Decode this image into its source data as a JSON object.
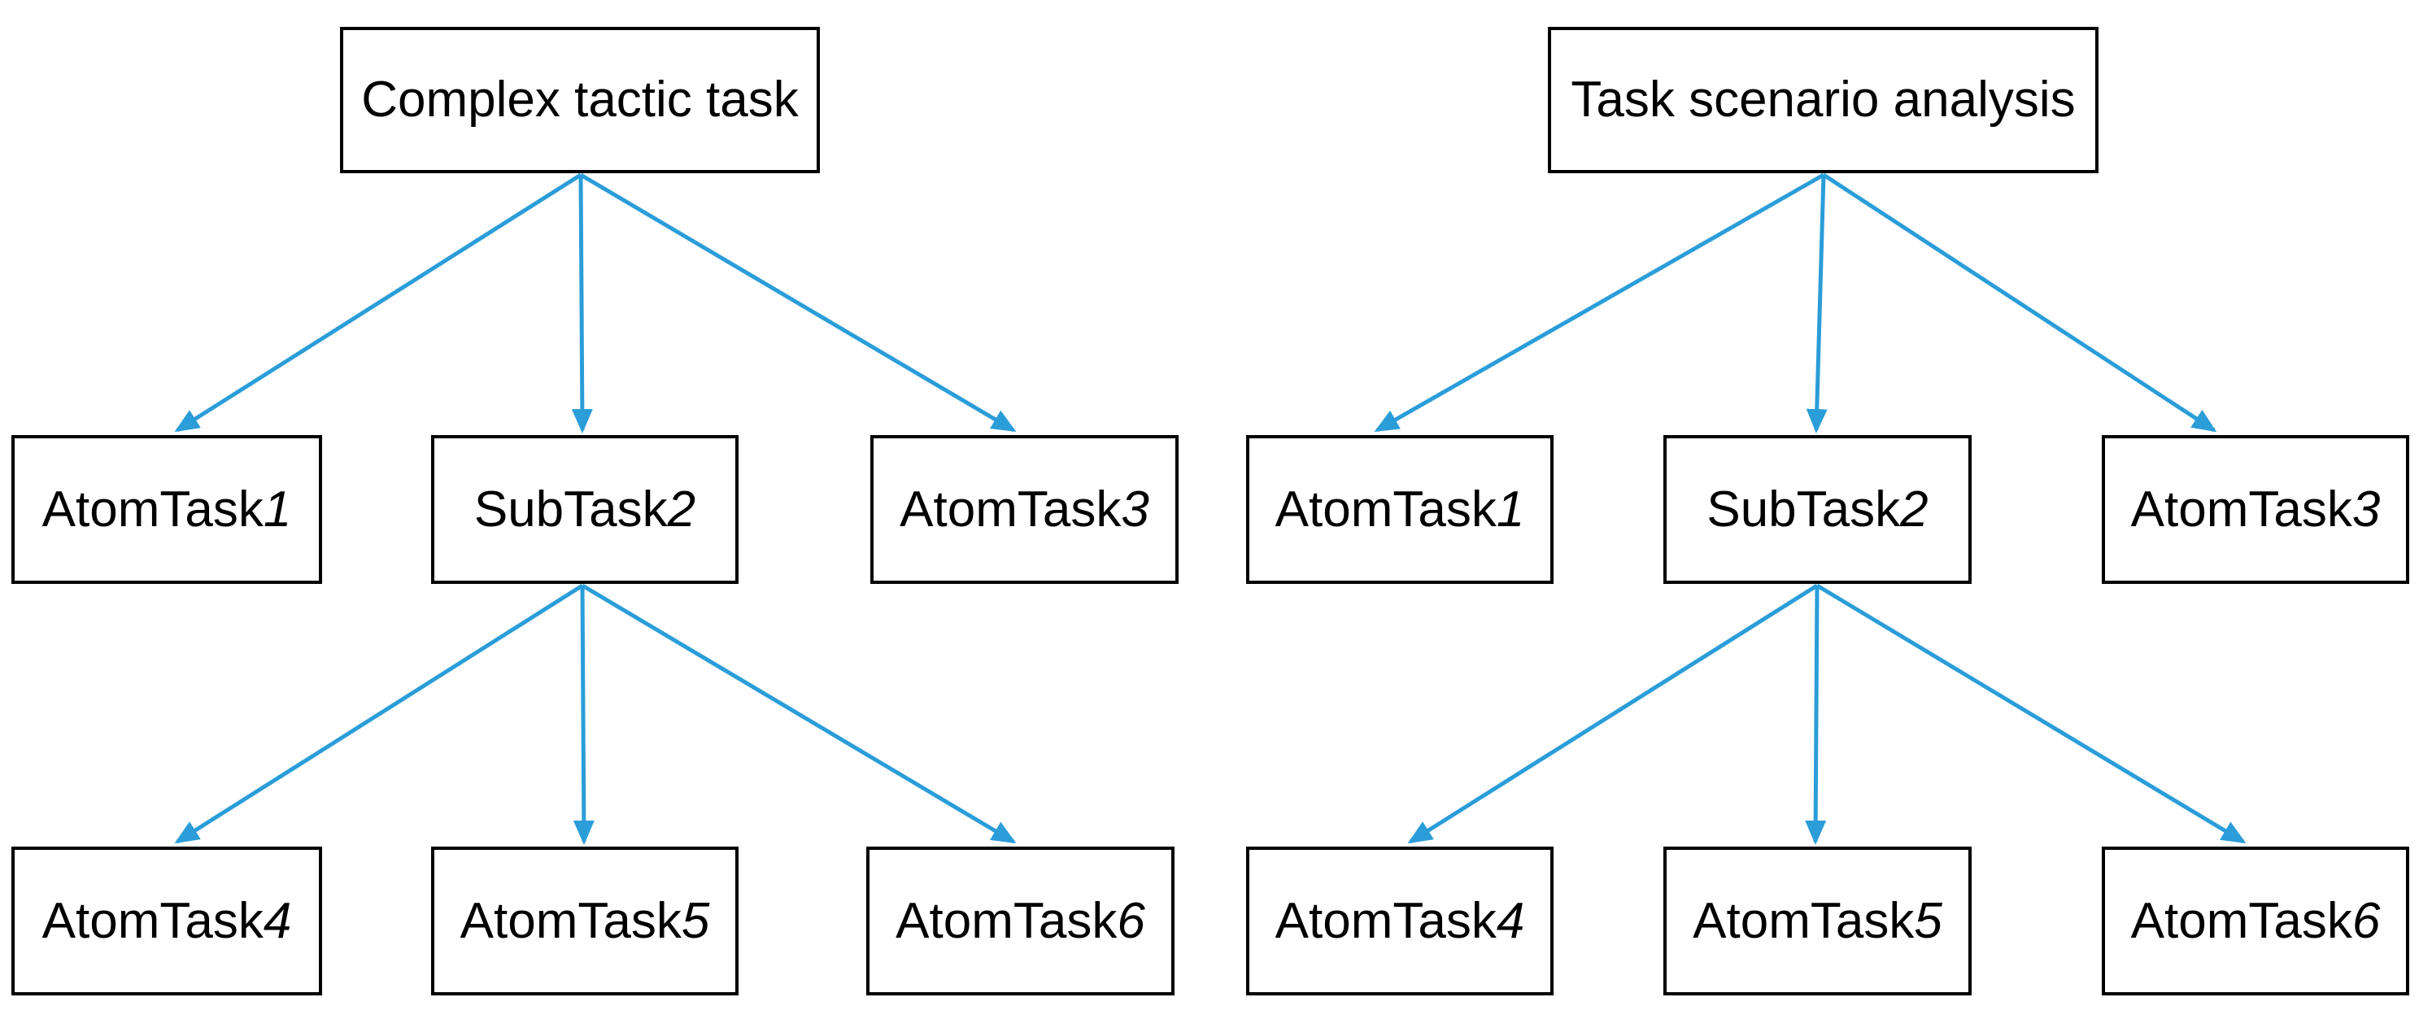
{
  "colors": {
    "background": "#ffffff",
    "box_border": "#000000",
    "box_fill": "#ffffff",
    "text": "#000000",
    "arrow": "#2b9dd8"
  },
  "trees": [
    {
      "root": {
        "label": "Complex tactic task"
      },
      "children": [
        {
          "label": "AtomTask",
          "suffix": "1"
        },
        {
          "label": "SubTask",
          "suffix": "2"
        },
        {
          "label": "AtomTask",
          "suffix": "3"
        }
      ],
      "grandchildren": [
        {
          "label": "AtomTask",
          "suffix": "4"
        },
        {
          "label": "AtomTask",
          "suffix": "5"
        },
        {
          "label": "AtomTask",
          "suffix": "6"
        }
      ]
    },
    {
      "root": {
        "label": "Task scenario analysis"
      },
      "children": [
        {
          "label": "AtomTask",
          "suffix": "1"
        },
        {
          "label": "SubTask",
          "suffix": "2"
        },
        {
          "label": "AtomTask",
          "suffix": "3"
        }
      ],
      "grandchildren": [
        {
          "label": "AtomTask",
          "suffix": "4"
        },
        {
          "label": "AtomTask",
          "suffix": "5"
        },
        {
          "label": "AtomTask",
          "suffix": "6"
        }
      ]
    }
  ]
}
